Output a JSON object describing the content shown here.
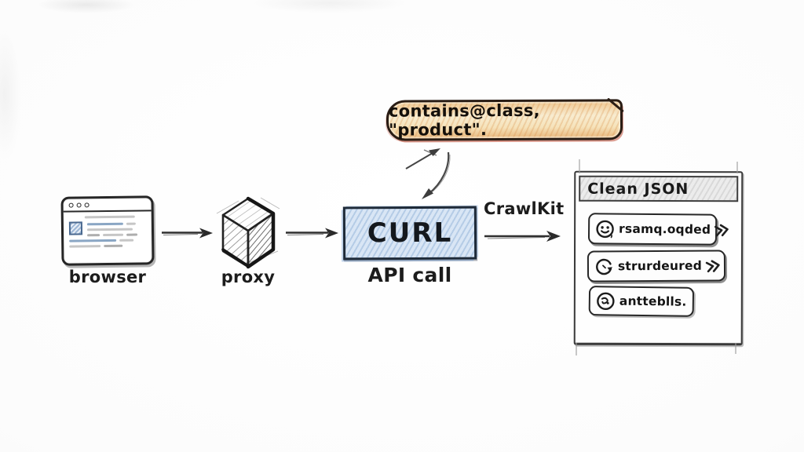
{
  "annotation": {
    "text": "contains@class, \"product\"."
  },
  "nodes": {
    "browser": {
      "label": "browser"
    },
    "proxy": {
      "label": "proxy"
    },
    "curl": {
      "label": "CURL",
      "sublabel": "API call"
    }
  },
  "flow": {
    "label": "CrawlKit"
  },
  "panel": {
    "title": "Clean JSON",
    "items": [
      {
        "icon": "smiley-icon",
        "text": "rsamq.oqded",
        "has_chevron": true
      },
      {
        "icon": "refresh-icon",
        "text": "strurdeured",
        "has_chevron": true
      },
      {
        "icon": "scribble-circle-icon",
        "text": "antteblls.",
        "has_chevron": false
      }
    ]
  },
  "colors": {
    "annotation_fill": "#f6e3bb",
    "annotation_edge": "#e9b87e",
    "annotation_border": "#2a1d15",
    "annotation_accent": "#c0503a",
    "curl_fill": "#d9e6f5",
    "curl_border": "#1e2a38",
    "ink": "#262626",
    "panel_header_fill": "#e4e4e4",
    "browser_blue": "#8aa6c4"
  }
}
